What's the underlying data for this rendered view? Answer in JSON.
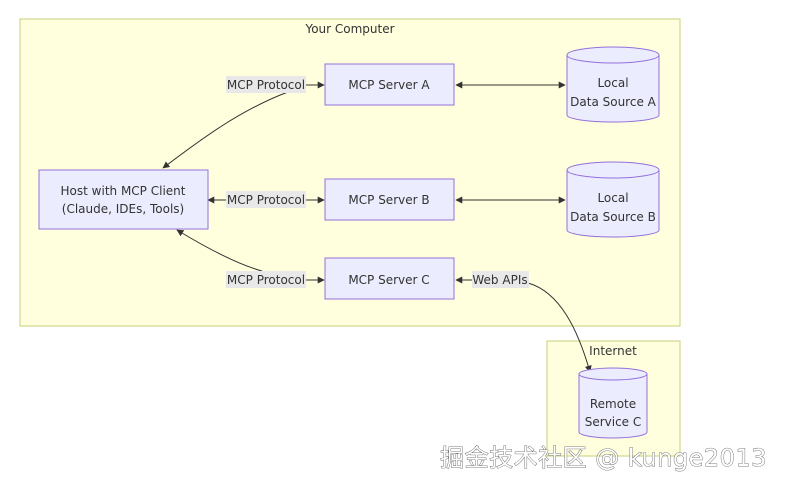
{
  "groups": {
    "computer": {
      "label": "Your Computer"
    },
    "internet": {
      "label": "Internet"
    }
  },
  "nodes": {
    "host": {
      "line1": "Host with MCP Client",
      "line2": "(Claude, IDEs, Tools)"
    },
    "server_a": {
      "label": "MCP Server A"
    },
    "server_b": {
      "label": "MCP Server B"
    },
    "server_c": {
      "label": "MCP Server C"
    },
    "data_a": {
      "line1": "Local",
      "line2": "Data Source A"
    },
    "data_b": {
      "line1": "Local",
      "line2": "Data Source B"
    },
    "remote_c": {
      "line1": "Remote",
      "line2": "Service C"
    }
  },
  "edges": {
    "host_a": {
      "label": "MCP Protocol"
    },
    "host_b": {
      "label": "MCP Protocol"
    },
    "host_c": {
      "label": "MCP Protocol"
    },
    "c_remote": {
      "label": "Web APIs"
    }
  },
  "watermark": {
    "text": "掘金技术社区 @ kunge2013"
  },
  "colors": {
    "group_fill": "#ffffde",
    "node_fill": "#ececff",
    "node_stroke": "#9370db",
    "edge": "#333333"
  }
}
